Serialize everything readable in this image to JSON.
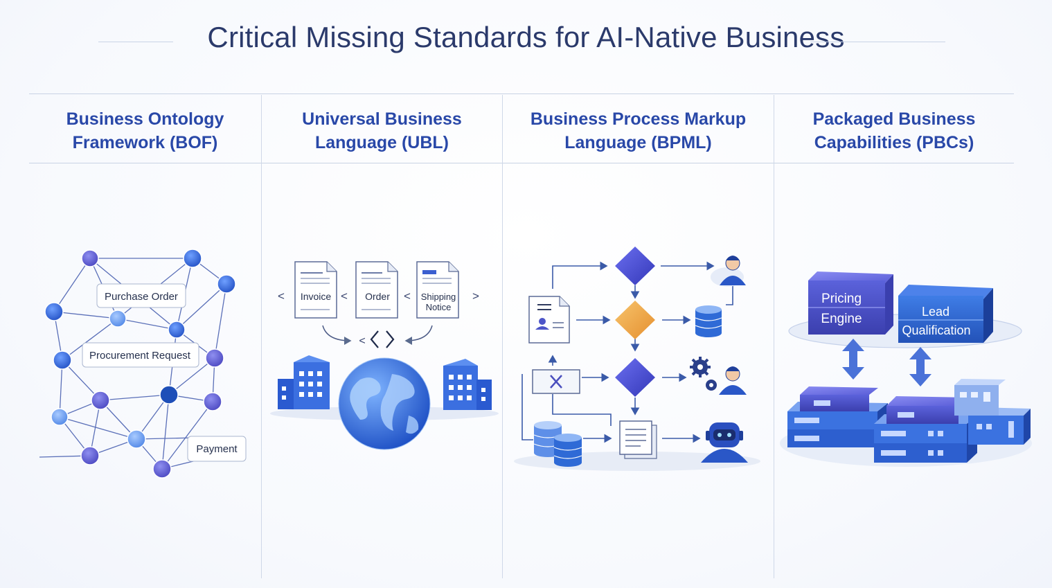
{
  "title": "Critical Missing Standards for AI-Native Business",
  "columns": [
    {
      "heading_line1": "Business Ontology",
      "heading_line2": "Framework (BOF)",
      "labels": [
        "Purchase Order",
        "Procurement Request",
        "Payment"
      ]
    },
    {
      "heading_line1": "Universal Business",
      "heading_line2": "Language (UBL)",
      "documents": [
        "Invoice",
        "Order",
        "Shipping",
        "Notice"
      ]
    },
    {
      "heading_line1": "Business Process Markup",
      "heading_line2": "Language (BPML)"
    },
    {
      "heading_line1": "Packaged Business",
      "heading_line2": "Capabilities (PBCs)",
      "blocks": [
        "Pricing",
        "Engine",
        "Lead",
        "Qualification"
      ]
    }
  ],
  "colors": {
    "title": "#2b3a6b",
    "heading": "#2948a8",
    "node_blue": "#2f63d6",
    "node_purple": "#5b5fd6",
    "diamond_orange": "#f0a84a"
  },
  "icons": [
    "network-graph",
    "document-icon",
    "code-brackets-icon",
    "globe-icon",
    "building-icon",
    "diamond-decision",
    "person-icon",
    "database-icon",
    "gear-icon",
    "robot-icon",
    "server-stack-icon"
  ]
}
